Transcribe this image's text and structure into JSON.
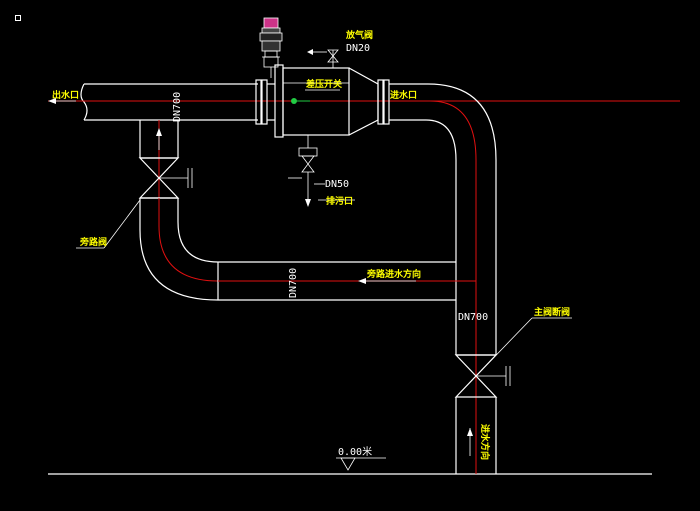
{
  "labels": {
    "outlet": "出水口",
    "inlet": "进水口",
    "air_valve": "放气阀",
    "air_dn": "DN20",
    "pressure_switch": "差压开关",
    "drain_dn": "DN50",
    "drain": "排污口",
    "bypass_valve": "旁路阀",
    "bypass_flow": "旁路进水方向",
    "main_valve": "主阀断阀",
    "inflow_dir": "进水方向",
    "elevation": "0.00米",
    "dn_top": "DN700",
    "dn_mid": "DN700",
    "dn_right": "DN700"
  },
  "colors": {
    "background": "#000000",
    "pipe": "#ffffff",
    "centerline": "#e01010",
    "text": "#ffffff",
    "accent_text": "#ffff00",
    "motor": "#cc3388",
    "sensor": "#22cc44"
  }
}
